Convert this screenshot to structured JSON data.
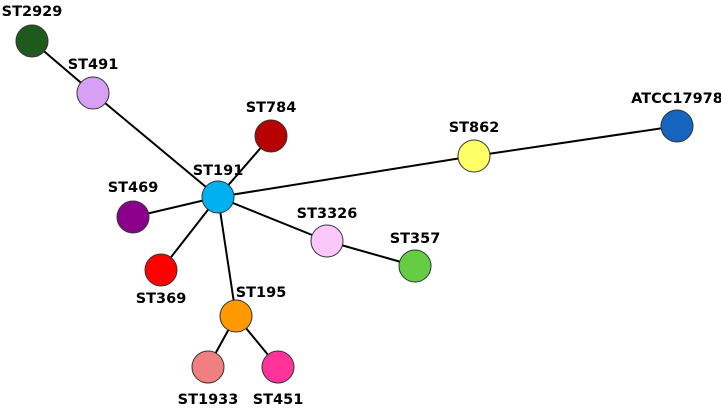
{
  "nodes": [
    {
      "id": "ST2929",
      "label": "ST2929",
      "color": "#1e5a1e"
    },
    {
      "id": "ST491",
      "label": "ST491",
      "color": "#d8a0f4"
    },
    {
      "id": "ST784",
      "label": "ST784",
      "color": "#b70000"
    },
    {
      "id": "ST191",
      "label": "ST191",
      "color": "#00b0f0"
    },
    {
      "id": "ST469",
      "label": "ST469",
      "color": "#8b008b"
    },
    {
      "id": "ST862",
      "label": "ST862",
      "color": "#ffff66"
    },
    {
      "id": "ATCC17978",
      "label": "ATCC17978",
      "color": "#1565c0"
    },
    {
      "id": "ST3326",
      "label": "ST3326",
      "color": "#fcc8fc"
    },
    {
      "id": "ST357",
      "label": "ST357",
      "color": "#66cc44"
    },
    {
      "id": "ST369",
      "label": "ST369",
      "color": "#ff0000"
    },
    {
      "id": "ST195",
      "label": "ST195",
      "color": "#ff9900"
    },
    {
      "id": "ST1933",
      "label": "ST1933",
      "color": "#f08080"
    },
    {
      "id": "ST451",
      "label": "ST451",
      "color": "#ff3399"
    }
  ],
  "edges": [
    {
      "from": "ST2929",
      "to": "ST491"
    },
    {
      "from": "ST491",
      "to": "ST191"
    },
    {
      "from": "ST784",
      "to": "ST191"
    },
    {
      "from": "ST469",
      "to": "ST191"
    },
    {
      "from": "ST191",
      "to": "ST862"
    },
    {
      "from": "ST862",
      "to": "ATCC17978"
    },
    {
      "from": "ST191",
      "to": "ST3326"
    },
    {
      "from": "ST3326",
      "to": "ST357"
    },
    {
      "from": "ST191",
      "to": "ST369"
    },
    {
      "from": "ST191",
      "to": "ST195"
    },
    {
      "from": "ST195",
      "to": "ST1933"
    },
    {
      "from": "ST195",
      "to": "ST451"
    }
  ]
}
